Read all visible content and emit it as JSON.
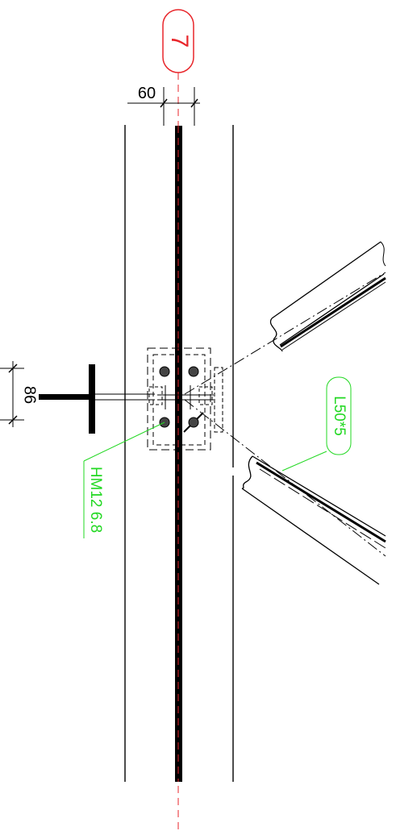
{
  "grid_bubble": {
    "label": "7",
    "color": "#e8262b"
  },
  "dimensions": {
    "top_width": "60",
    "left_height": "86"
  },
  "annotations": {
    "bolt": "HM12 6.8",
    "angle_member": "L50*5",
    "color": "#22d822"
  }
}
